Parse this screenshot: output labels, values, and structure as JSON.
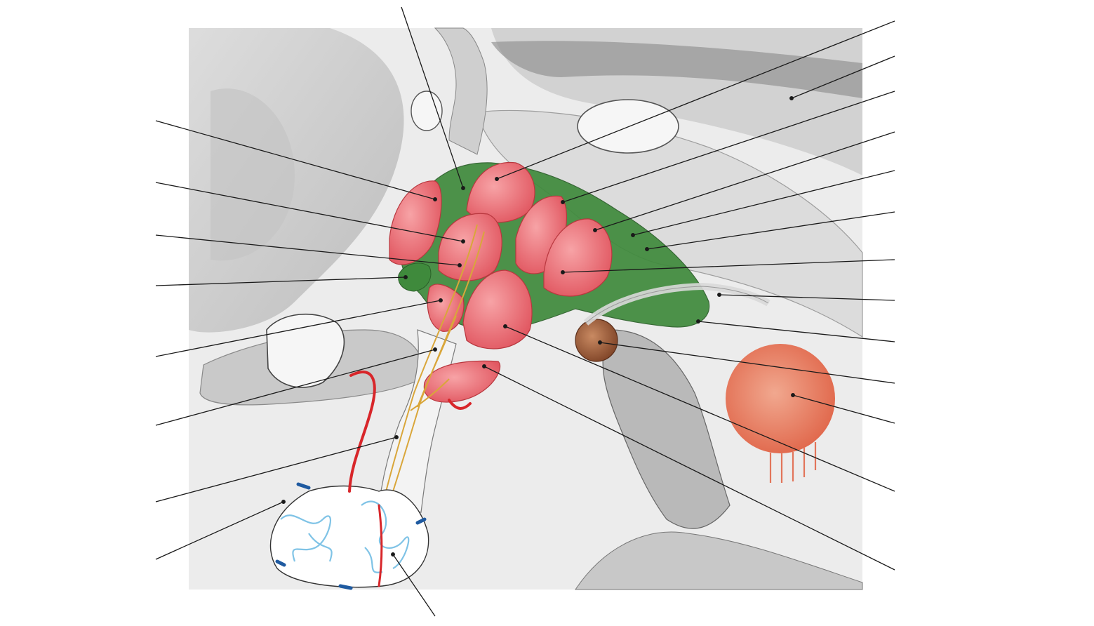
{
  "colors": {
    "background": "#ffffff",
    "panel": "#e9e9e9",
    "tissue_gray": "#cfcfcf",
    "tissue_dark": "#9a9a9a",
    "green_region": "#3f8a3c",
    "red_lobe": "#e8616a",
    "red_lobe_light": "#f28b8f",
    "orange_sphere": "#e2755a",
    "brown_node": "#9a5a3a",
    "nerve_fiber": "#d9a63a",
    "artery": "#d8262a",
    "vein": "#1f5aa0",
    "capillary": "#7fc3e6",
    "leader_line": "#1a1a1a"
  },
  "leader_lines": {
    "left_count": 8,
    "right_count": 14,
    "top_count": 1,
    "bottom_count": 1
  }
}
